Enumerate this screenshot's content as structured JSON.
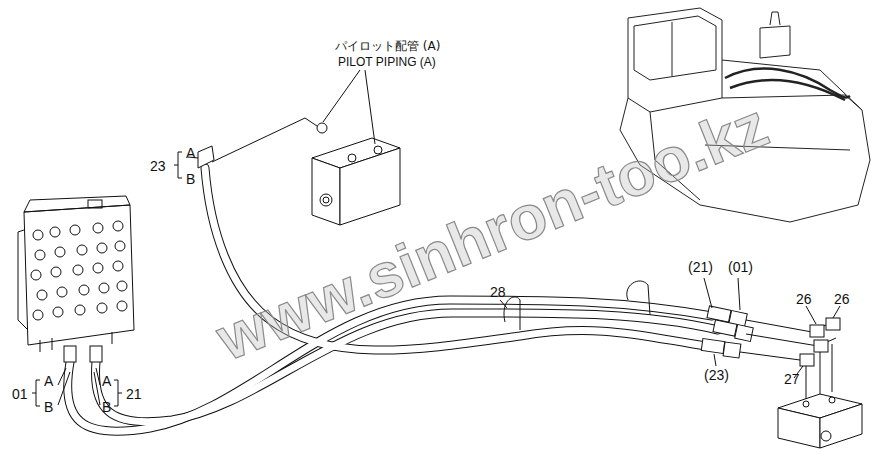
{
  "diagram": {
    "labels": [
      "パイロット配管 (A)",
      "PILOT PIPING (A)",
      "23",
      "A",
      "B",
      "01",
      "A",
      "B",
      "A",
      "B",
      "21",
      "28",
      "(21)",
      "(01)",
      "(23)",
      "26",
      "26",
      "27",
      "www.sinhron-too.kz"
    ]
  }
}
